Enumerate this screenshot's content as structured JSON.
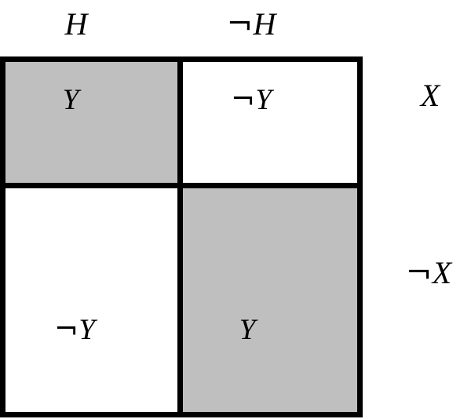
{
  "figure": {
    "type": "2x2-contingency-grid",
    "background_color": "#ffffff",
    "line_color": "#000000",
    "shaded_color": "#bfbfbf",
    "unshaded_color": "#ffffff"
  },
  "column_headers": [
    {
      "id": "H",
      "text": "H",
      "negated": false
    },
    {
      "id": "notH",
      "neg": "¬",
      "text": "H",
      "negated": true
    }
  ],
  "row_headers": [
    {
      "id": "X",
      "text": "X",
      "negated": false
    },
    {
      "id": "notX",
      "neg": "¬",
      "text": "X",
      "negated": true
    }
  ],
  "cells": {
    "h_x": {
      "neg": "",
      "text": "Y",
      "shaded": true,
      "value": "Y"
    },
    "nh_x": {
      "neg": "¬",
      "text": "Y",
      "shaded": false,
      "value": "¬Y"
    },
    "h_nx": {
      "neg": "¬",
      "text": "Y",
      "shaded": false,
      "value": "¬Y"
    },
    "nh_nx": {
      "neg": "",
      "text": "Y",
      "shaded": true,
      "value": "Y"
    }
  },
  "chart_data": {
    "type": "heatmap",
    "title": "",
    "xlabel": "",
    "ylabel": "",
    "categories_x": [
      "H",
      "¬H"
    ],
    "categories_y": [
      "X",
      "¬X"
    ],
    "cell_text": [
      [
        "Y",
        "¬Y"
      ],
      [
        "¬Y",
        "Y"
      ]
    ],
    "values": [
      [
        1,
        0
      ],
      [
        0,
        1
      ]
    ],
    "legend": []
  }
}
